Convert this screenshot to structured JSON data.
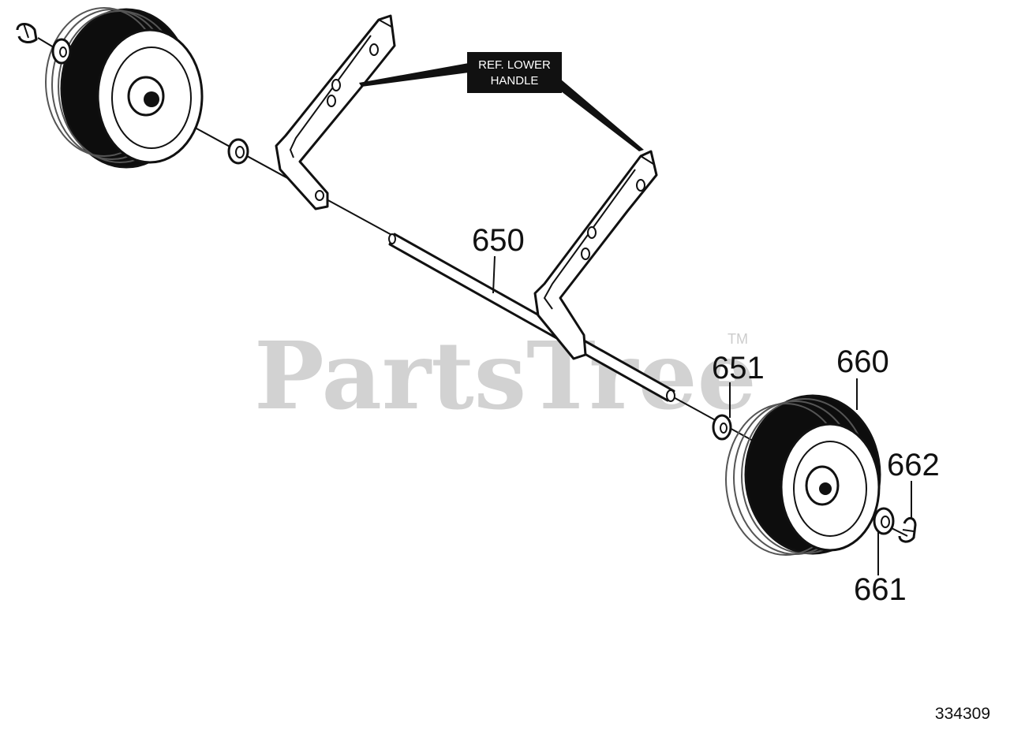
{
  "diagram": {
    "callout": {
      "line1": "REF. LOWER",
      "line2": "HANDLE"
    },
    "part_labels": {
      "p650": "650",
      "p651": "651",
      "p660": "660",
      "p661": "661",
      "p662": "662"
    },
    "watermark": {
      "brand": "PartsTree",
      "trademark": "TM"
    },
    "drawing_number": "334309",
    "colors": {
      "ink": "#111111",
      "watermark": "#d2d2d2",
      "callout_bg": "#111111",
      "callout_text": "#ffffff"
    }
  }
}
